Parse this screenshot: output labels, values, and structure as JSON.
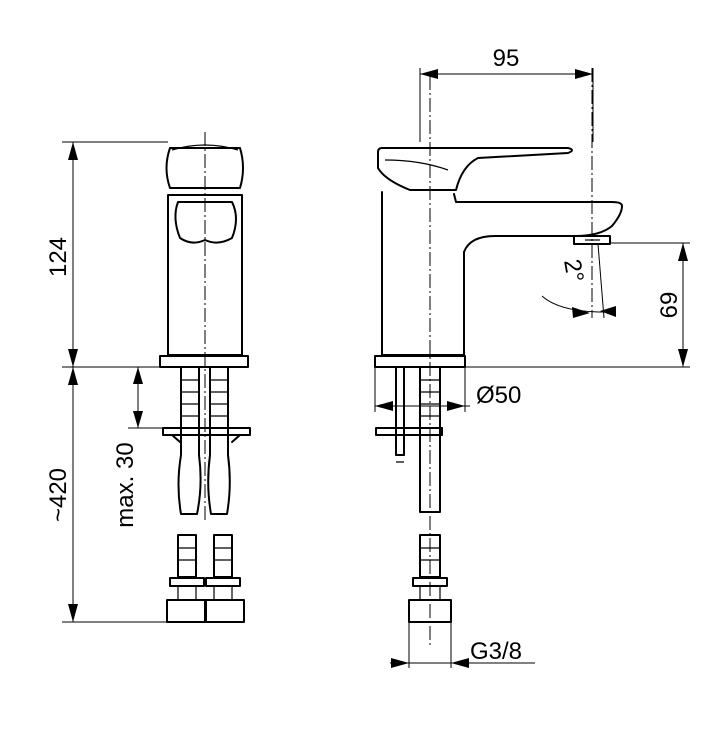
{
  "dimensions": {
    "top_width": "95",
    "body_height": "124",
    "outlet_height": "69",
    "hose_length": "~420",
    "max_thickness": "max. 30",
    "base_diameter": "Ø50",
    "connection_thread": "G3/8",
    "tilt_angle": "2°"
  }
}
